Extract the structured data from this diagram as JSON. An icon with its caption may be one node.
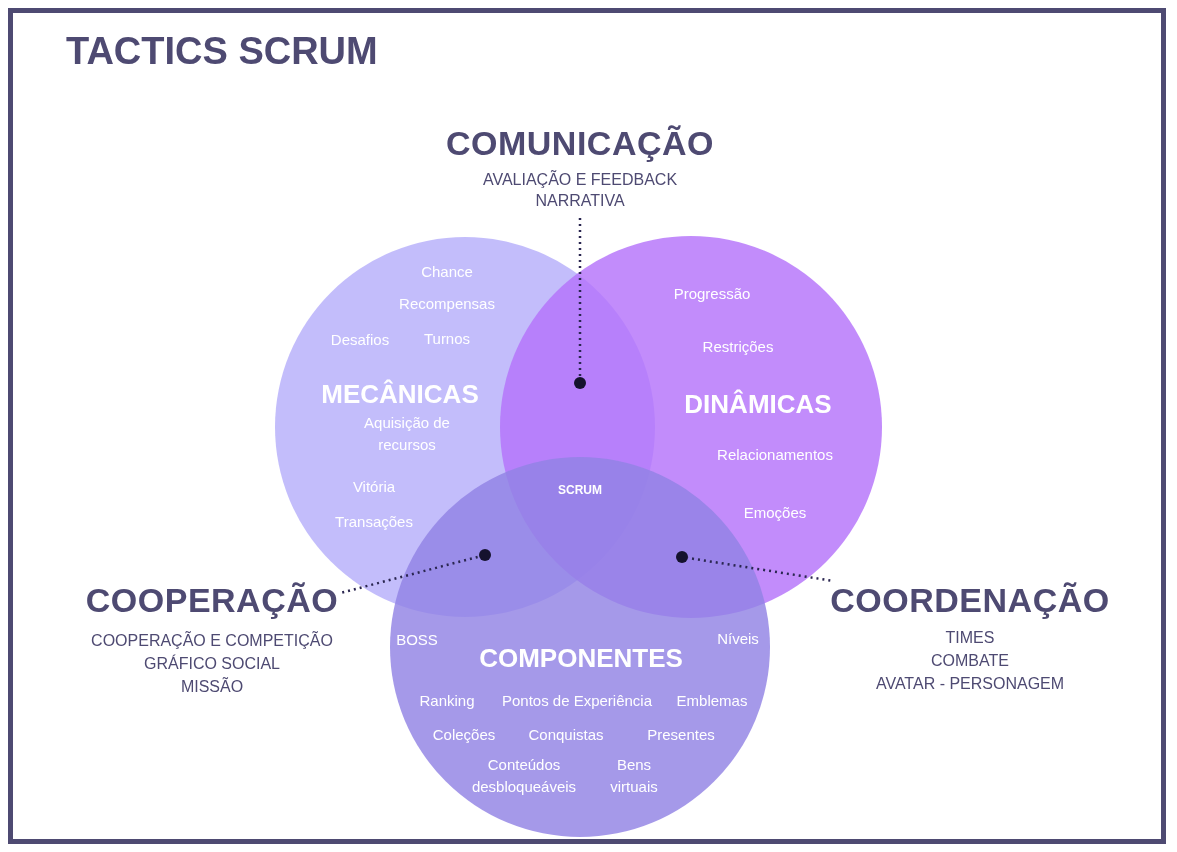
{
  "diagram": {
    "title": "TACTICS SCRUM",
    "nodes": [
      {
        "text": [
          "COMUNICAÇÃO",
          "AVALIAÇÃO E FEEDBACK",
          "NARRATIVA"
        ]
      },
      {
        "text": [
          "Chance",
          "Recompensas",
          "Desafios",
          "Turnos",
          "MECÂNICAS",
          "Aquisição de recursos",
          "Vitória",
          "Transações"
        ]
      },
      {
        "text": [
          "Progressão",
          "Restrições",
          "DINÂMICAS",
          "Relacionamentos",
          "Emoções"
        ]
      },
      {
        "text": [
          "BOSS",
          "COMPONENTES",
          "Níveis",
          "Ranking",
          "Pontos de Experiência",
          "Emblemas",
          "Coleções",
          "Conquistas",
          "Presentes",
          "Conteúdos desbloqueáveis",
          "Bens virtuais"
        ]
      },
      {
        "text": [],
        "shape": "circle"
      },
      {
        "text": [
          "COOPERAÇÃO",
          "COOPERAÇÃO E COMPETIÇÃO",
          "GRÁFICO SOCIAL",
          "MISSÃO"
        ]
      },
      {
        "text": [],
        "shape": "circle"
      },
      {
        "text": [
          "COORDENAÇÃO",
          "TIMES",
          "COMBATE",
          "AVATAR - PERSONAGEM"
        ]
      },
      {
        "text": [],
        "shape": "circle"
      }
    ],
    "edges": [
      {
        "from": 0,
        "to": 4,
        "arrow": "none",
        "style": "dashed"
      },
      {
        "from": 5,
        "to": 6,
        "arrow": "none",
        "style": "dashed"
      },
      {
        "from": 7,
        "to": 8,
        "arrow": "none",
        "style": "dashed"
      }
    ],
    "labels": [
      "SCRUM"
    ]
  }
}
